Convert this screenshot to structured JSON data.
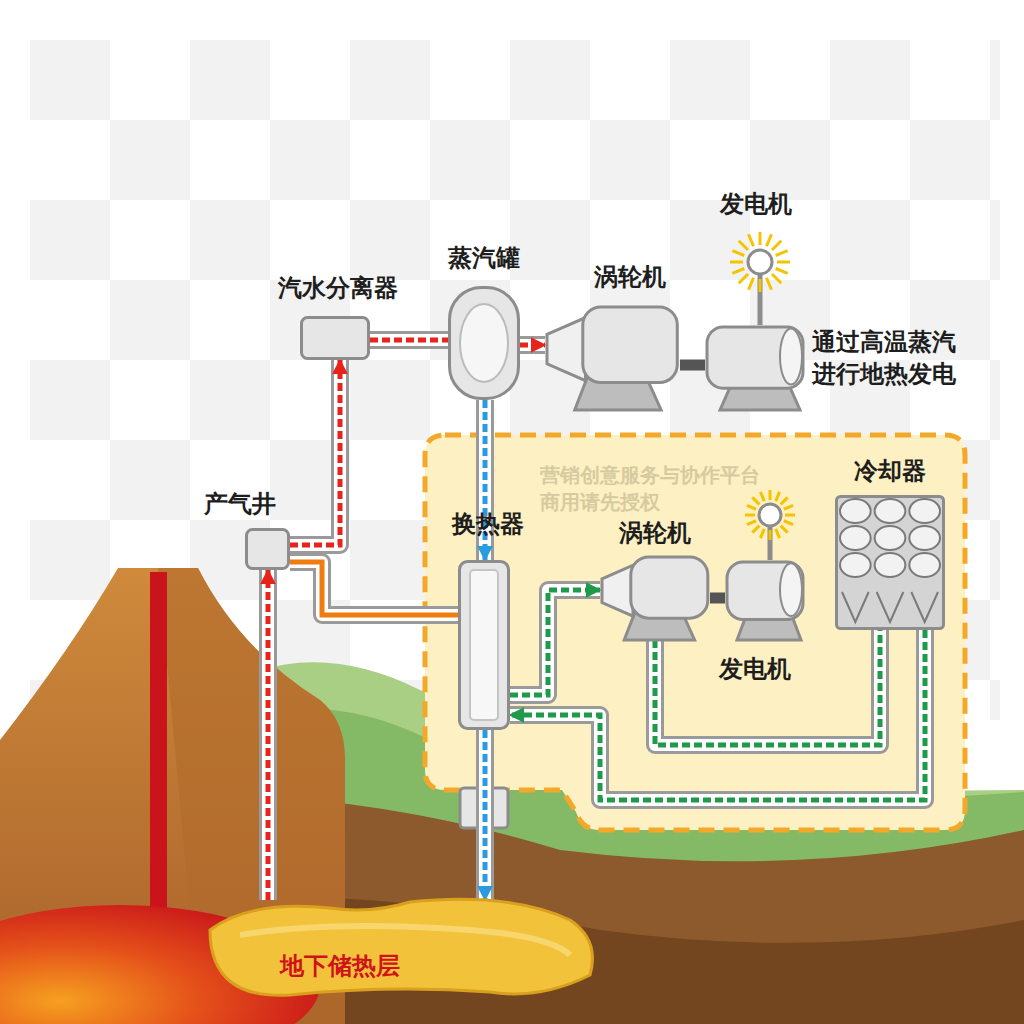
{
  "diagram": {
    "nodes": [
      {
        "text": [
          "汽水分离器"
        ]
      },
      {
        "text": [
          "蒸汽罐"
        ]
      },
      {
        "text": [
          "涡轮机"
        ]
      },
      {
        "text": [
          "发电机"
        ]
      },
      {
        "text": [
          "产气井"
        ]
      },
      {
        "text": [
          "换热器"
        ]
      },
      {
        "text": [
          "涡轮机"
        ]
      },
      {
        "text": [
          "发电机"
        ]
      },
      {
        "text": [
          "冷却器"
        ]
      },
      {
        "text": [
          "地下储热层"
        ]
      }
    ],
    "edges": [
      {
        "from": 9,
        "to": 4,
        "arrow": "to"
      },
      {
        "from": 4,
        "to": 0,
        "arrow": "to"
      },
      {
        "from": 0,
        "to": 1,
        "arrow": "none"
      },
      {
        "from": 1,
        "to": 2,
        "arrow": "to"
      },
      {
        "from": 2,
        "to": 3,
        "arrow": "none"
      },
      {
        "from": 1,
        "to": 5,
        "arrow": "to"
      },
      {
        "from": 4,
        "to": 5,
        "arrow": "none"
      },
      {
        "from": 5,
        "to": 9,
        "arrow": "to"
      },
      {
        "from": 5,
        "to": 6,
        "arrow": "to"
      },
      {
        "from": 6,
        "to": 7,
        "arrow": "none"
      },
      {
        "from": 6,
        "to": 8,
        "arrow": "none"
      },
      {
        "from": 8,
        "to": 5,
        "arrow": "to"
      }
    ],
    "labels": [
      "通过高温蒸汽进行地热发电",
      "营销创意服务与协作平台",
      "商用请先授权"
    ]
  }
}
